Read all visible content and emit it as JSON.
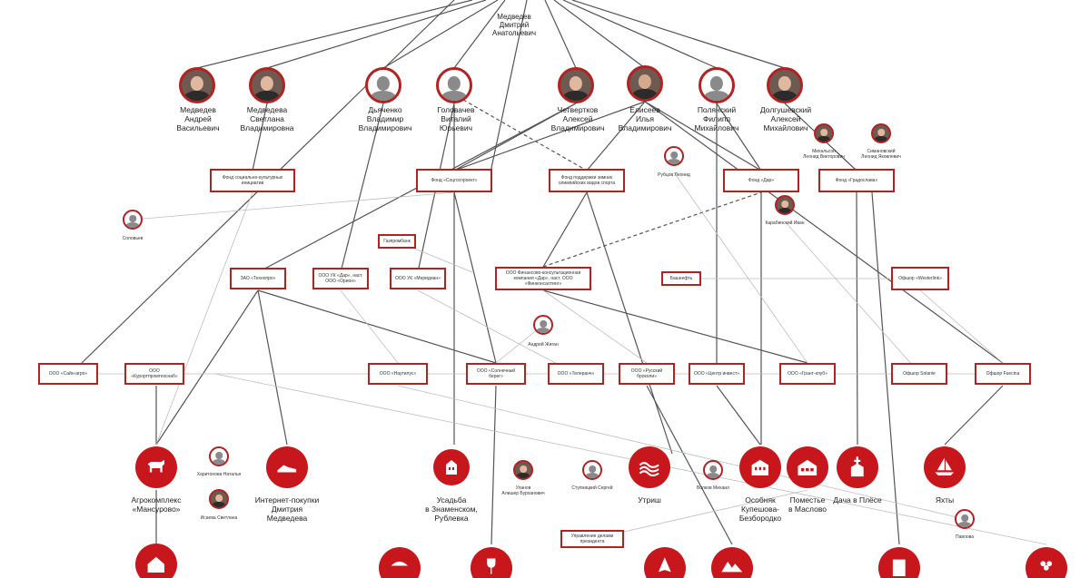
{
  "colors": {
    "accent": "#c8161d",
    "edge": "#555555",
    "edge_light": "#bdbdbd",
    "text": "#222222"
  },
  "center": {
    "name": "Медведев\nДмитрий\nАнатольевич"
  },
  "people": [
    {
      "key": "medvedev_a",
      "name": "Медведев\nАндрей\nВасильевич",
      "icon": "photo-icon"
    },
    {
      "key": "medvedeva_s",
      "name": "Медведева\nСветлана\nВладимировна",
      "icon": "photo-icon"
    },
    {
      "key": "dyachenko",
      "name": "Дьяченко\nВладимир\nВладимирович",
      "icon": "person-icon"
    },
    {
      "key": "golovachev",
      "name": "Головачев\nВиталий\nЮрьевич",
      "icon": "person-icon"
    },
    {
      "key": "chetvertkov",
      "name": "Четвертков\nАлексей\nВладимирович",
      "icon": "photo-icon"
    },
    {
      "key": "eliseev",
      "name": "Елисеев\nИлья\nВладимирович",
      "icon": "photo-icon"
    },
    {
      "key": "polyansky",
      "name": "Полянский\nФилипп\nМихайлович",
      "icon": "person-icon"
    },
    {
      "key": "dolgushevsky",
      "name": "Долгушевский\nАлексей\nМихайлович",
      "icon": "photo-icon"
    },
    {
      "key": "mikhalson",
      "name": "Михальсон\nЛеонид Викторович",
      "icon": "photo-icon"
    },
    {
      "key": "simanovsky",
      "name": "Симановский\nЛеонид Яковлевич",
      "icon": "photo-icon"
    },
    {
      "key": "rubtsov",
      "name": "Рубцов Леонид",
      "icon": "person-icon"
    },
    {
      "key": "karabinsky",
      "name": "Карабинский Иван",
      "icon": "photo-icon"
    },
    {
      "key": "solovyev",
      "name": "Соловьев",
      "icon": "person-icon"
    },
    {
      "key": "zhigan",
      "name": "Андрей Жиган",
      "icon": "person-icon"
    },
    {
      "key": "kharitonova",
      "name": "Харитонова Наталья",
      "icon": "person-icon"
    },
    {
      "key": "isaeva",
      "name": "Исаева Светлана",
      "icon": "photo-icon"
    },
    {
      "key": "ulanov",
      "name": "Уланов\nАлишер Бурханович",
      "icon": "photo-icon"
    },
    {
      "key": "stupnitsky",
      "name": "Ступницкий Сергей",
      "icon": "person-icon"
    },
    {
      "key": "volkov",
      "name": "Волков Михаил",
      "icon": "person-icon"
    },
    {
      "key": "pavlova",
      "name": "Павлова",
      "icon": "person-icon"
    }
  ],
  "orgs": [
    {
      "key": "fond_soc",
      "name": "Фонд социально-культурных\nинициатив"
    },
    {
      "key": "fond_socgos",
      "name": "Фонд «Соцгоспроект»"
    },
    {
      "key": "fond_zima",
      "name": "Фонд поддержки зимних\nолимпийских видов спорта"
    },
    {
      "key": "fond_dar",
      "name": "Фонд «Дар»"
    },
    {
      "key": "fond_gradoslava",
      "name": "Фонд «Градослава»"
    },
    {
      "key": "gazprombank",
      "name": "Газпромбанк"
    },
    {
      "key": "zao_technopro",
      "name": "ЗАО «Технопро»"
    },
    {
      "key": "ooo_uk_dar",
      "name": "ООО УК «Дар», наст.\nООО «Орион»"
    },
    {
      "key": "ooo_uk_meridian",
      "name": "ООО УК «Меридиан»"
    },
    {
      "key": "ooo_fin",
      "name": "ООО Финансово-консультационная\nкомпания «Дар», наст. ООО\n«Финконсалтинг»"
    },
    {
      "key": "bashneft",
      "name": "Башнефть"
    },
    {
      "key": "offshore_westerlink",
      "name": "Офшор «Westerlink»"
    },
    {
      "key": "ooo_saiyn_agro",
      "name": "ООО «Сайн-агро»"
    },
    {
      "key": "ooo_kurort",
      "name": "ООО\n«Курортпромтехснаб»"
    },
    {
      "key": "ooo_nautilus",
      "name": "ООО «Наутилус»"
    },
    {
      "key": "ooo_sabsolut",
      "name": "ООО «Солнечный\nберег»"
    },
    {
      "key": "ooo_teleranch",
      "name": "ООО «Телеранч»"
    },
    {
      "key": "ooo_russky_brokli",
      "name": "ООО «Русский\nброколи»"
    },
    {
      "key": "ooo_center",
      "name": "ООО\n«Центр инвест»"
    },
    {
      "key": "ooo_grant_klub",
      "name": "ООО «Грант-клуб»"
    },
    {
      "key": "offshore_solanie",
      "name": "Офшор Solanie"
    },
    {
      "key": "offshore_fuecina",
      "name": "Офшор Fuecina"
    },
    {
      "key": "upravlenie",
      "name": "Управление делами\nпрезидента"
    }
  ],
  "assets": [
    {
      "key": "agro",
      "name": "Агрокомплекс\n«Мансурово»",
      "icon": "cow-icon"
    },
    {
      "key": "internet",
      "name": "Интернет-покупки\nДмитрия\nМедведева",
      "icon": "sneaker-icon"
    },
    {
      "key": "usadba",
      "name": "Усадьба\nв Знаменском,\nРублевка",
      "icon": "manor-icon"
    },
    {
      "key": "utrish",
      "name": "Утриш",
      "icon": "sea-icon"
    },
    {
      "key": "osobnyak",
      "name": "Особняк\nКупешова-\nБезбородко",
      "icon": "mansion-icon"
    },
    {
      "key": "pomestie",
      "name": "Поместье\nв Маслово",
      "icon": "estate-icon"
    },
    {
      "key": "dacha",
      "name": "Дача в Плёсе",
      "icon": "church-icon"
    },
    {
      "key": "yachts",
      "name": "Яхты",
      "icon": "yacht-icon"
    },
    {
      "key": "b1",
      "name": "",
      "icon": "barn-icon"
    },
    {
      "key": "b2",
      "name": "",
      "icon": "picnic-icon"
    },
    {
      "key": "b3",
      "name": "",
      "icon": "wine-icon"
    },
    {
      "key": "b4",
      "name": "",
      "icon": "sail-icon"
    },
    {
      "key": "b5",
      "name": "",
      "icon": "mountains-icon"
    },
    {
      "key": "b6",
      "name": "",
      "icon": "building-icon"
    },
    {
      "key": "b7",
      "name": "",
      "icon": "grapes-icon"
    }
  ]
}
